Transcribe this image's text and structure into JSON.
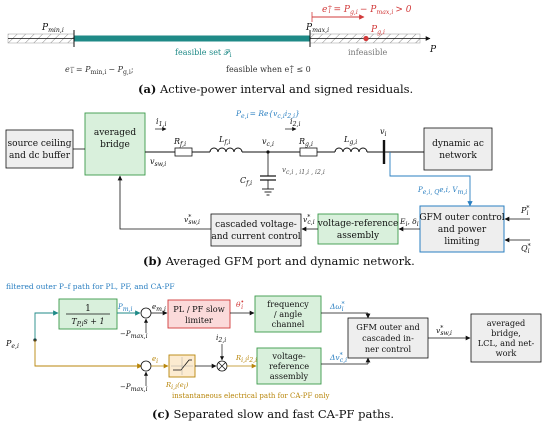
{
  "colors": {
    "teal": "#1f8a87",
    "red": "#d23b3b",
    "gold": "#b8860b",
    "blue": "#2a7fc1",
    "green_fill": "#d9f0dc",
    "green_stroke": "#3a9a4a",
    "gray_fill": "#eeeeee",
    "red_fill": "#fbdada",
    "orange_fill": "#fcebd0"
  },
  "panel_a": {
    "p_min_label": "P",
    "p_min_sub": "min,i",
    "p_max_label": "P",
    "p_max_sub": "max,i",
    "p_g_label": "P",
    "p_g_sub": "g,i",
    "p_axis_label": "P",
    "eplus_label": "e",
    "eplus_rhs": "= P",
    "eplus_rhs2": "− P",
    "eplus_gt": "> 0",
    "eplus_sub1": "g,i",
    "eplus_sub2": "max,i",
    "feasible_set": "feasible set 𝒫",
    "feasible_set_sub": "i",
    "infeasible": "infeasible",
    "eminus_text": "e",
    "eminus_rhs": "= P",
    "eminus_sub1": "min,i",
    "eminus_rhs2": "− P",
    "eminus_sub2": "g,i",
    "eminus_end": ";",
    "feasible_when": "feasible when e",
    "feasible_when_end": "≤ 0",
    "caption_label": "(a)",
    "caption_text": " Active-power interval and signed residuals."
  },
  "panel_b": {
    "source_box": [
      "source ceiling",
      "and dc buffer"
    ],
    "bridge_box": [
      "averaged",
      "bridge"
    ],
    "network_box": [
      "dynamic ac",
      "network"
    ],
    "cascaded_box": [
      "cascaded voltage-",
      "and current control"
    ],
    "vref_box": "voltage-reference",
    "vref_box2": "assembly",
    "gfm_box": [
      "GFM outer control",
      "and power",
      "limiting"
    ],
    "i1": "i",
    "i1_sub": "1,i",
    "i2": "i",
    "i2_sub": "2,i",
    "vsw": "v",
    "vsw_sub": "sw,i",
    "rf": "R",
    "rf_sub": "f,i",
    "lf": "L",
    "lf_sub": "f,i",
    "vc": "v",
    "vc_sub": "c,i",
    "rg": "R",
    "rg_sub": "g,i",
    "lg": "L",
    "lg_sub": "g,i",
    "vi": "v",
    "vi_sub": "i",
    "cf": "C",
    "cf_sub": "f,i",
    "power_eq": "P",
    "power_eq_sub": "e,i",
    "power_eq_rhs": "= Re{v",
    "power_eq_rhs_sub": "c,i",
    "power_eq_rhs2": "i",
    "power_eq_rhs2_sub": "2,i",
    "power_eq_end": "}",
    "meas_label": "v",
    "meas_rest": "c,i , i",
    "meas_rest2": "1,i , i",
    "meas_rest3": "2,i",
    "pq_label": "P",
    "pq_rest": "e,i, Q",
    "pq_rest2": "e,i, V",
    "pq_rest3": "m,i",
    "pstar": "P",
    "pstar_sub": "i",
    "qstar": "Q",
    "qstar_sub": "i",
    "e_delta": "E",
    "e_delta_sub": "i",
    "e_delta_rest": ", δ",
    "e_delta_rest_sub": "i",
    "vcref": "v",
    "vcref_sub": "c,i",
    "vswref": "v",
    "vswref_sub": "sw,i",
    "caption_label": "(b)",
    "caption_text": " Averaged GFM port and dynamic network."
  },
  "panel_c": {
    "filtered_note": "filtered outer P–f path for PL, PF, and CA-PF",
    "tf_num": "1",
    "tf_den": "T",
    "tf_den_sub": "P,i",
    "tf_den_rest": "s + 1",
    "pe": "P",
    "pe_sub": "e,i",
    "pmi": "P",
    "pmi_sub": "m,i",
    "pmax1": "P",
    "pmax1_sub": "max,i",
    "pmax2": "P",
    "pmax2_sub": "max,i",
    "em": "e",
    "em_sub": "m,i",
    "ei": "e",
    "ei_sub": "i",
    "limiter_box": [
      "PL / PF slow",
      "limiter"
    ],
    "theta": "θ",
    "theta_sub": "i",
    "freq_box": [
      "frequency",
      "/ angle",
      "channel"
    ],
    "dw": "Δω",
    "dw_sub": "i",
    "i2c": "i",
    "i2c_sub": "2,i",
    "ri_label": "R",
    "ri_sub": "i,i",
    "ri_rest": "i",
    "ri_rest_sub": "2,i",
    "ri_func": "R",
    "ri_func_sub": "i,i",
    "ri_func_rest": "(e",
    "ri_func_rest_sub": "i",
    "ri_func_end": ")",
    "vref_box": [
      "voltage-",
      "reference",
      "assembly"
    ],
    "dv": "Δv",
    "dv_sub": "c,i",
    "gfm_box": [
      "GFM outer and",
      "cascaded in-",
      "ner control"
    ],
    "vswc": "v",
    "vswc_sub": "sw,i",
    "out_box": [
      "averaged",
      "bridge,",
      "LCL, and net-",
      "work"
    ],
    "inst_note": "instantaneous electrical path for CA-PF only",
    "caption_label": "(c)",
    "caption_text": " Separated slow and fast CA-PF paths."
  }
}
